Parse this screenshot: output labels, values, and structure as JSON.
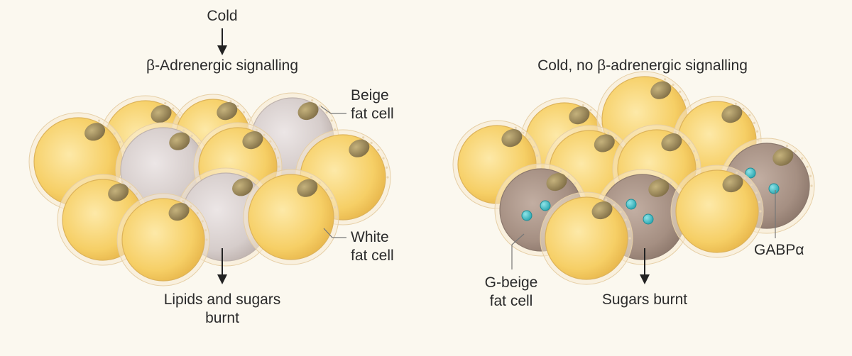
{
  "left": {
    "top_label": "Cold",
    "pathway": "β-Adrenergic signalling",
    "beige_label": [
      "Beige",
      "fat cell"
    ],
    "white_label": [
      "White",
      "fat cell"
    ],
    "output": [
      "Lipids and sugars",
      "burnt"
    ]
  },
  "right": {
    "condition": "Cold, no β-adrenergic signalling",
    "gbeige_label": [
      "G-beige",
      "fat cell"
    ],
    "output": "Sugars burnt",
    "gabp_label": "GABPα"
  },
  "colors": {
    "background": "#fbf8ef",
    "white_cell": "#f5c95a",
    "beige_cell": "#d8cfcd",
    "gbeige_cell": "#a58f82",
    "mitochondria": "#3cbcc4",
    "nucleus": "#9c8a5c"
  }
}
